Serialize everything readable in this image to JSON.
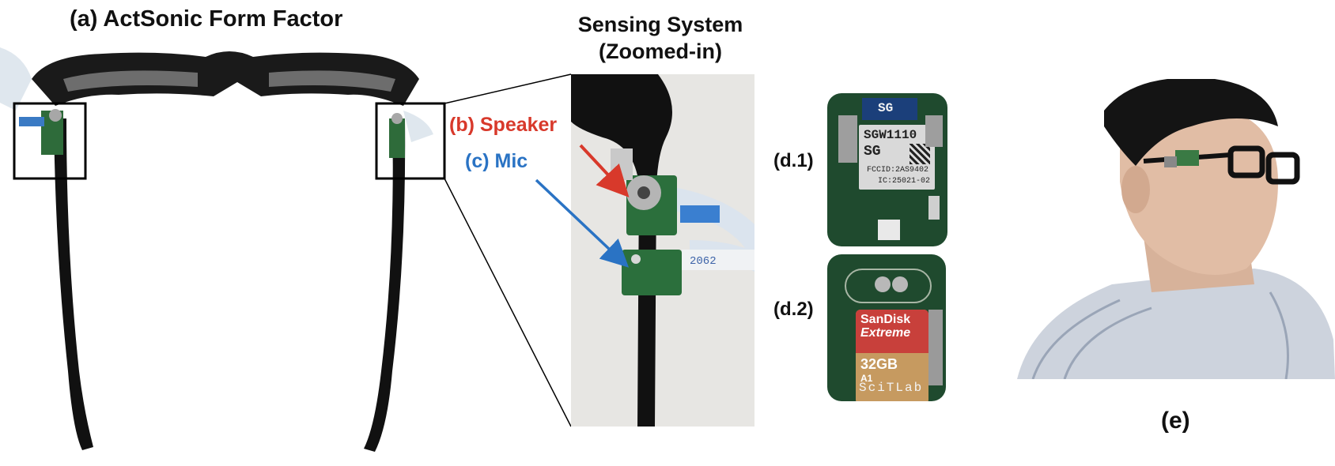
{
  "labels": {
    "title_a": "(a) ActSonic Form Factor",
    "sensing_line1": "Sensing System",
    "sensing_line2": "(Zoomed-in)",
    "speaker": "(b) Speaker",
    "mic": "(c) Mic",
    "d1": "(d.1)",
    "d2": "(d.2)",
    "e": "(e)"
  },
  "pcb_d1": {
    "brand": "SG",
    "model": "SGW1110",
    "brand2": "SG",
    "fcc": "FCCID:2AS9402",
    "ic": "IC:25021-02"
  },
  "pcb_d2": {
    "card_brand": "SanDisk",
    "card_line": "Extreme",
    "card_size": "32GB",
    "card_class": "A1",
    "footer": "SciTLab"
  },
  "colors": {
    "speaker": "#d8392b",
    "mic": "#2a73c4",
    "pcb": "#1f4a2e"
  }
}
